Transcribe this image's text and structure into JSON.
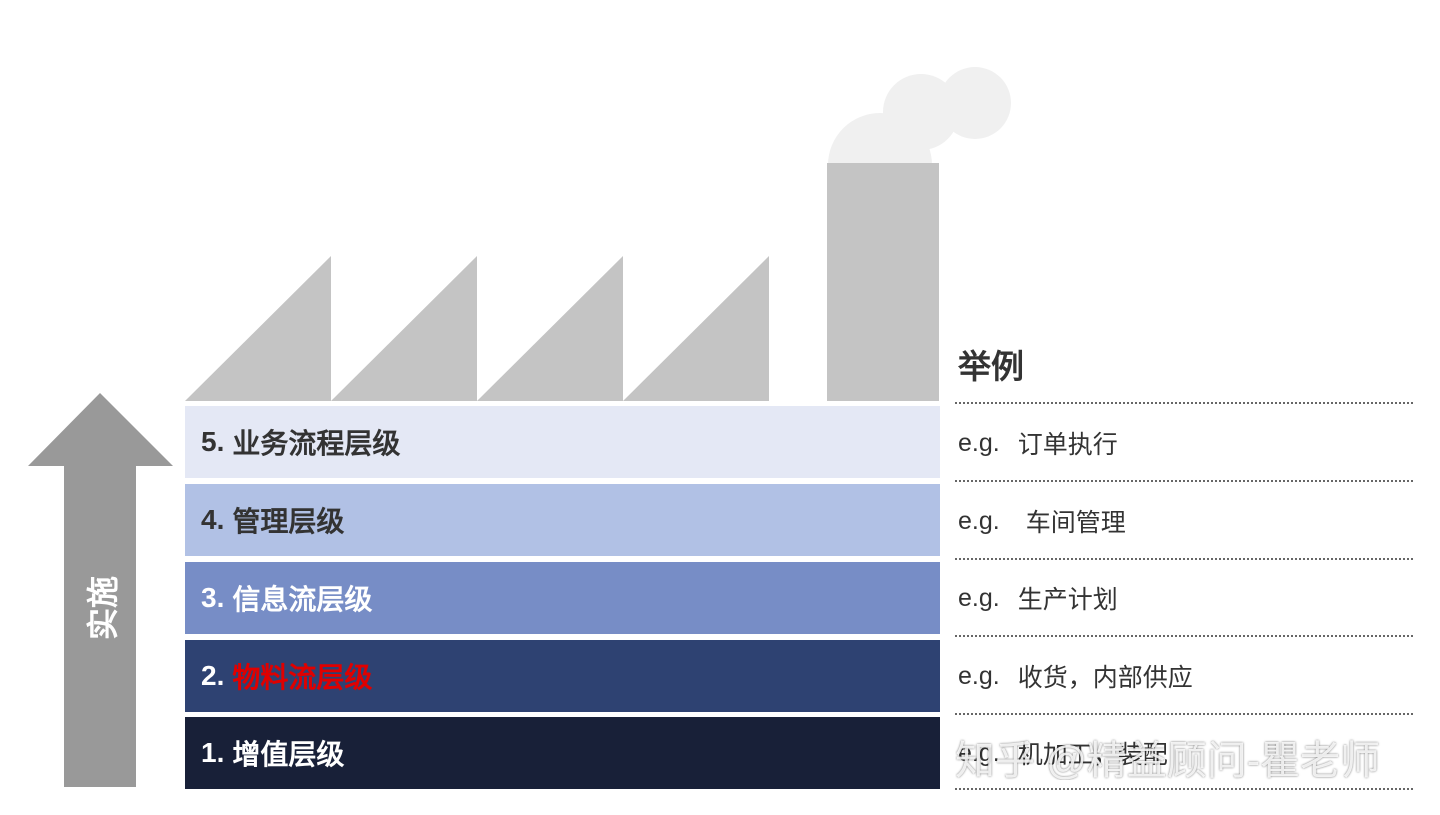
{
  "arrow": {
    "label": "实施"
  },
  "levels": [
    {
      "num": "5.",
      "label": "业务流程层级"
    },
    {
      "num": "4.",
      "label": "管理层级"
    },
    {
      "num": "3.",
      "label": "信息流层级"
    },
    {
      "num": "2.",
      "label": "物料流层级"
    },
    {
      "num": "1.",
      "label": "增值层级"
    }
  ],
  "examples": {
    "title": "举例",
    "items": [
      {
        "prefix": "e.g.",
        "text": "订单执行"
      },
      {
        "prefix": "e.g.",
        "text": "车间管理"
      },
      {
        "prefix": "e.g.",
        "text": "生产计划"
      },
      {
        "prefix": "e.g.",
        "text": "收货，内部供应"
      },
      {
        "prefix": "e.g.",
        "text": "机加工，装配"
      }
    ]
  },
  "watermark": "知乎 @精益顾问-瞿老师",
  "colors": {
    "level5": "#e4e8f5",
    "level4": "#b1c1e5",
    "level3": "#778dc6",
    "level2": "#2e4272",
    "level1": "#182038",
    "highlight": "#e00000",
    "factory": "#c4c4c4",
    "smoke": "#f0f0f0",
    "arrow": "#999999"
  }
}
